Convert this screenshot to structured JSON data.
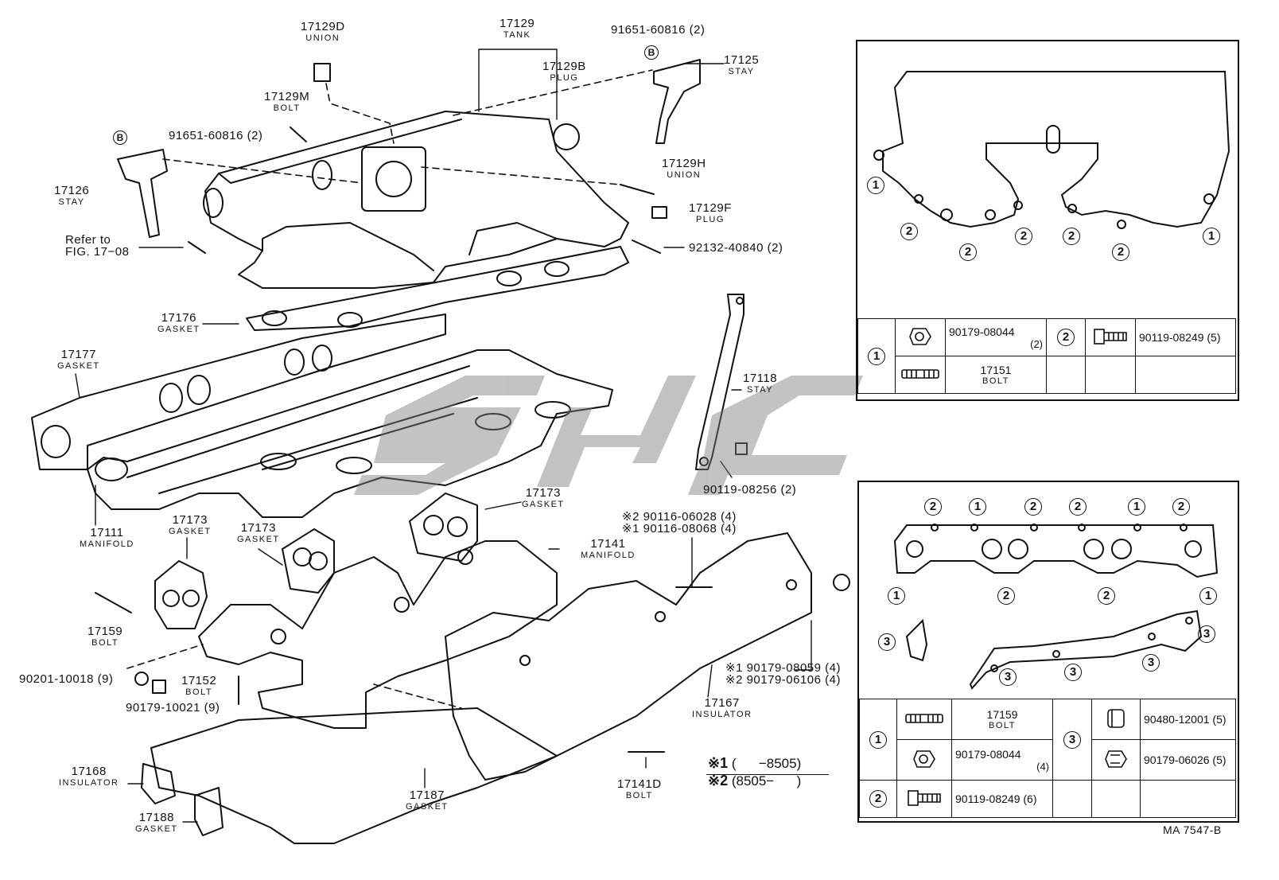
{
  "diagram": {
    "ref_code": "MA 7547-B",
    "callouts": {
      "p17129D": {
        "num": "17129D",
        "name": "UNION"
      },
      "p17129": {
        "num": "17129",
        "name": "TANK"
      },
      "p91651_top": {
        "num": "91651-60816 (2)",
        "marker": "B"
      },
      "p17125": {
        "num": "17125",
        "name": "STAY"
      },
      "p17129B": {
        "num": "17129B",
        "name": "PLUG"
      },
      "p17129M": {
        "num": "17129M",
        "name": "BOLT"
      },
      "p91651_left": {
        "num": "91651-60816 (2)",
        "marker": "B"
      },
      "p17129H": {
        "num": "17129H",
        "name": "UNION"
      },
      "p17126": {
        "num": "17126",
        "name": "STAY"
      },
      "p17129F": {
        "num": "17129F",
        "name": "PLUG"
      },
      "refer": {
        "line1": "Refer to",
        "line2": "FIG. 17−08"
      },
      "p92132": {
        "num": "92132-40840 (2)"
      },
      "p17176": {
        "num": "17176",
        "name": "GASKET"
      },
      "p17177": {
        "num": "17177",
        "name": "GASKET"
      },
      "p17118": {
        "num": "17118",
        "name": "STAY"
      },
      "p90119_256": {
        "num": "90119-08256 (2)"
      },
      "p17111": {
        "num": "17111",
        "name": "MANIFOLD"
      },
      "p17173_a": {
        "num": "17173",
        "name": "GASKET"
      },
      "p17173_b": {
        "num": "17173",
        "name": "GASKET"
      },
      "p17173_c": {
        "num": "17173",
        "name": "GASKET"
      },
      "p90116": {
        "line1": "※2 90116-06028 (4)",
        "line2": "※1 90116-08068 (4)"
      },
      "p17141": {
        "num": "17141",
        "name": "MANIFOLD"
      },
      "p17159": {
        "num": "17159",
        "name": "BOLT"
      },
      "p90201": {
        "num": "90201-10018 (9)"
      },
      "p17152": {
        "num": "17152",
        "name": "BOLT"
      },
      "p90179_10021": {
        "num": "90179-10021 (9)"
      },
      "p90179_059": {
        "line1": "※1 90179-08059 (4)",
        "line2": "※2 90179-06106 (4)"
      },
      "p17167": {
        "num": "17167",
        "name": "INSULATOR"
      },
      "p17168": {
        "num": "17168",
        "name": "INSULATOR"
      },
      "p17187": {
        "num": "17187",
        "name": "GASKET"
      },
      "p17141D": {
        "num": "17141D",
        "name": "BOLT"
      },
      "p17188": {
        "num": "17188",
        "name": "GASKET"
      }
    },
    "notes": {
      "n1_mark": "※1",
      "n1_range": "(      −8505)",
      "n2_mark": "※2",
      "n2_range": "(8505−      )"
    },
    "inset_top": {
      "circle_labels": [
        "1",
        "2",
        "2",
        "2",
        "2",
        "2",
        "1"
      ],
      "legend": {
        "row1": {
          "key": "1",
          "a_part": "90179-08044",
          "a_qty": "(2)",
          "b_key": "2",
          "b_part": "90119-08249 (5)"
        },
        "row2": {
          "b_part": "17151",
          "b_name": "BOLT"
        }
      }
    },
    "inset_bottom": {
      "top_circles": [
        "2",
        "1",
        "2",
        "2",
        "1",
        "2"
      ],
      "mid_circles": [
        "1",
        "2",
        "2",
        "1"
      ],
      "low_circles": [
        "3",
        "3",
        "3",
        "3",
        "3"
      ],
      "legend": {
        "r1": {
          "key": "1",
          "part": "17159",
          "name": "BOLT",
          "key3": "3",
          "part3": "90480-12001 (5)"
        },
        "r2": {
          "part": "90179-08044",
          "qty": "(4)",
          "part3": "90179-06026 (5)"
        },
        "r3": {
          "key": "2",
          "part": "90119-08249 (6)"
        }
      }
    }
  }
}
